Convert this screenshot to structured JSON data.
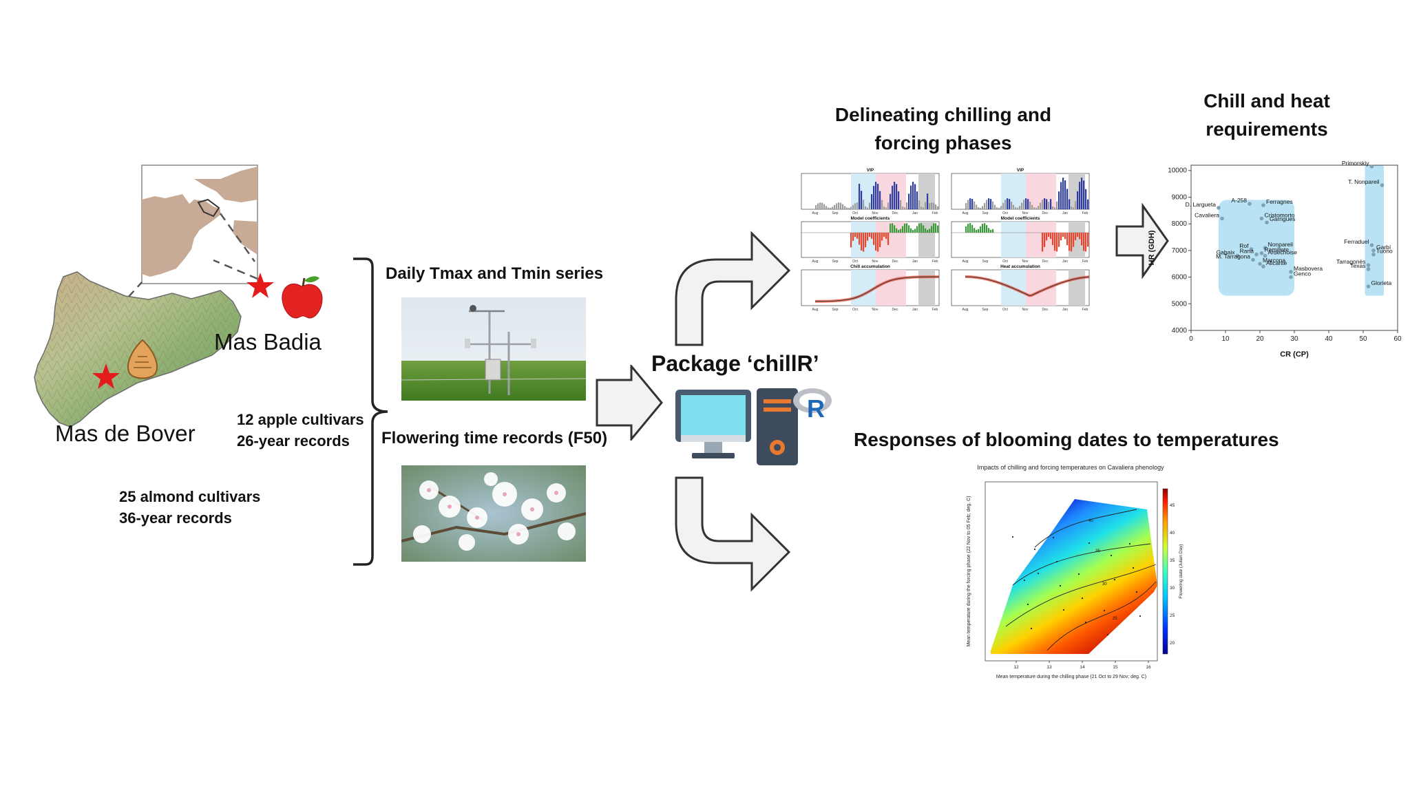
{
  "sites": {
    "mas_badia": {
      "name": "Mas Badia",
      "crop_line1": "12 apple cultivars",
      "crop_line2": "26-year records"
    },
    "mas_de_bover": {
      "name": "Mas de Bover",
      "crop_line1": "25 almond cultivars",
      "crop_line2": "36-year records"
    }
  },
  "inputs": {
    "weather_label": "Daily Tmax and Tmin series",
    "flowering_label": "Flowering time records (F50)"
  },
  "package": {
    "label": "Package ‘chillR’",
    "r_logo": "R"
  },
  "outputs": {
    "phases_title": "Delineating chilling and forcing phases",
    "requirements_title": "Chill and heat requirements",
    "responses_title": "Responses of blooming dates to temperatures"
  },
  "pls_panels": {
    "left": [
      "VIP",
      "Model coefficients",
      "Chill accumulation"
    ],
    "right": [
      "VIP",
      "Model coefficients",
      "Heat accumulation"
    ],
    "months": [
      "Aug",
      "Sep",
      "Oct",
      "Nov",
      "Dec",
      "Jan",
      "Feb"
    ]
  },
  "chart_data": [
    {
      "type": "scatter",
      "title": "",
      "xlabel": "CR (CP)",
      "ylabel": "HR (GDH)",
      "xlim": [
        0,
        60
      ],
      "ylim": [
        4000,
        10200
      ],
      "xticks": [
        "0",
        "10",
        "20",
        "30",
        "40",
        "50",
        "60"
      ],
      "yticks": [
        "4000",
        "5000",
        "6000",
        "7000",
        "8000",
        "9000",
        "10000"
      ],
      "points": [
        {
          "label": "Primorskiy",
          "x": 52.5,
          "y": 10150
        },
        {
          "label": "T. Nonpareil",
          "x": 55.5,
          "y": 9450
        },
        {
          "label": "D. Largueta",
          "x": 8,
          "y": 8600
        },
        {
          "label": "A-258",
          "x": 17,
          "y": 8750
        },
        {
          "label": "Ferragnes",
          "x": 21,
          "y": 8700
        },
        {
          "label": "Cristomorto",
          "x": 20.5,
          "y": 8200
        },
        {
          "label": "Cavaliera",
          "x": 9,
          "y": 8200
        },
        {
          "label": "Garrigues",
          "x": 22,
          "y": 8050
        },
        {
          "label": "Nonpareil",
          "x": 21.5,
          "y": 7100
        },
        {
          "label": "Rof",
          "x": 17.5,
          "y": 7050
        },
        {
          "label": "Rana",
          "x": 19,
          "y": 6850
        },
        {
          "label": "Gabaix",
          "x": 13.5,
          "y": 6800
        },
        {
          "label": "Ramillete",
          "x": 20.5,
          "y": 6900
        },
        {
          "label": "Ardechoise",
          "x": 21.5,
          "y": 6800
        },
        {
          "label": "M. Tarragona",
          "x": 18,
          "y": 6650
        },
        {
          "label": "Marcona",
          "x": 20,
          "y": 6500
        },
        {
          "label": "Masbovera",
          "x": 29,
          "y": 6200
        },
        {
          "label": "Alicante",
          "x": 21,
          "y": 6400
        },
        {
          "label": "Genco",
          "x": 29,
          "y": 6000
        },
        {
          "label": "Ferraduel",
          "x": 52.5,
          "y": 7200
        },
        {
          "label": "Garbí",
          "x": 53,
          "y": 7000
        },
        {
          "label": "Tuono",
          "x": 53,
          "y": 6850
        },
        {
          "label": "Tarragonès",
          "x": 51.5,
          "y": 6450
        },
        {
          "label": "Texas",
          "x": 51.5,
          "y": 6300
        },
        {
          "label": "Glorieta",
          "x": 51.5,
          "y": 5650
        }
      ]
    },
    {
      "type": "heatmap",
      "title": "Impacts of chilling and forcing temperatures on Cavaliera phenology",
      "xlabel": "Mean temperature during the chilling phase (21 Oct to 29 Nov; deg. C)",
      "ylabel": "Mean temperature during the forcing phase (22 Nov to 05 Feb; deg. C)",
      "colorbar_label": "Flowering date (Julian Day)",
      "xticks": [
        "12",
        "13",
        "14",
        "15",
        "16"
      ],
      "colorbar_ticks": [
        "20",
        "25",
        "30",
        "35",
        "40",
        "45"
      ],
      "contour_labels": [
        "40",
        "35",
        "30",
        "25"
      ]
    }
  ]
}
